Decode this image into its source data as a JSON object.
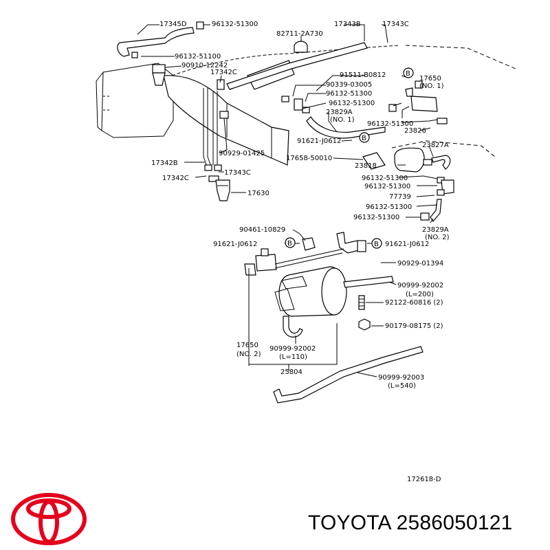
{
  "diagram": {
    "part_labels": [
      "17345D",
      "96132-51300",
      "17343B",
      "17343C",
      "82711-2A730",
      "96132-51100",
      "90910-12242",
      "17342C",
      "91511-B0812",
      "17650",
      "(NO. 1)",
      "90339-03005",
      "96132-51300",
      "96132-51300",
      "23829A",
      "(NO. 1)",
      "96132-51300",
      "23826",
      "91621-J0612",
      "23827A",
      "17658-50010",
      "23818",
      "90929-01425",
      "17342B",
      "17343C",
      "17342C",
      "17630",
      "96132-51300",
      "96132-51300",
      "77739",
      "96132-51300",
      "96132-51300",
      "23829A",
      "(NO. 2)",
      "90461-10829",
      "91621-J0612",
      "91621-J0612",
      "90929-01394",
      "90999-92002",
      "(L=200)",
      "92122-60816 (2)",
      "90179-08175 (2)",
      "17650",
      "(NO. 2)",
      "90999-92002",
      "(L=110)",
      "25804",
      "90999-92003",
      "(L=540)"
    ],
    "bolt_marker": "B",
    "figure_code": "172618-D"
  },
  "caption": {
    "text": "TOYOTA 2586050121"
  },
  "colors": {
    "brand_red": "#E5001C",
    "ink": "#000000"
  }
}
